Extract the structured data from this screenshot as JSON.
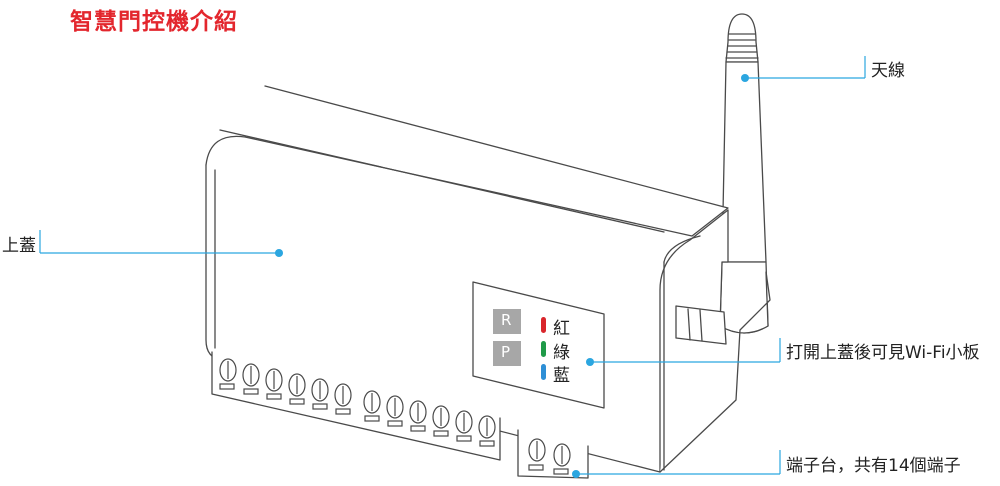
{
  "title": "智慧門控機介紹",
  "colors": {
    "title": "#e3262d",
    "callout": "#2ba6e0",
    "outline": "#4a4a4a",
    "led_red": "#d9262c",
    "led_green": "#1f9a48",
    "led_blue": "#2e8fd6",
    "button_gray": "#a7a7a7"
  },
  "labels": {
    "antenna": "天線",
    "top_cover": "上蓋",
    "wifi_board": "打開上蓋後可見Wi-Fi小板",
    "terminal_block": "端子台，共有14個端子"
  },
  "buttons": [
    {
      "letter": "R"
    },
    {
      "letter": "P"
    }
  ],
  "leds": [
    {
      "label": "紅",
      "color": "#d9262c"
    },
    {
      "label": "綠",
      "color": "#1f9a48"
    },
    {
      "label": "藍",
      "color": "#2e8fd6"
    }
  ]
}
